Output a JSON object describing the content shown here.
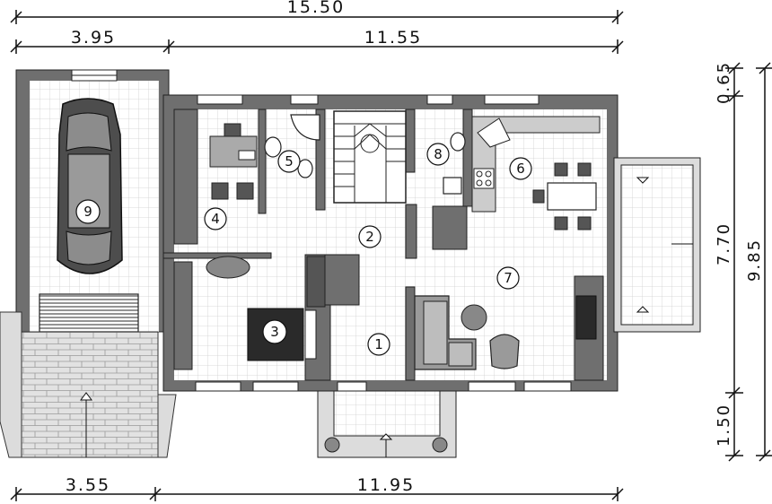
{
  "dimensions": {
    "top_total": "15.50",
    "top_left": "3.95",
    "top_right": "11.55",
    "bottom_left": "3.55",
    "bottom_right": "11.95",
    "right_top": "0.65",
    "right_middle": "7.70",
    "right_bottom": "1.50",
    "right_total": "9.85"
  },
  "rooms": {
    "r1": "1",
    "r2": "2",
    "r3": "3",
    "r4": "4",
    "r5": "5",
    "r6": "6",
    "r7": "7",
    "r8": "8",
    "r9": "9"
  },
  "colors": {
    "wall": "#6f6f6f",
    "wall_dark": "#3c3c3c",
    "floor": "#ffffff",
    "tile_line": "#c8c8c8",
    "terrace": "#dcdcdc"
  }
}
